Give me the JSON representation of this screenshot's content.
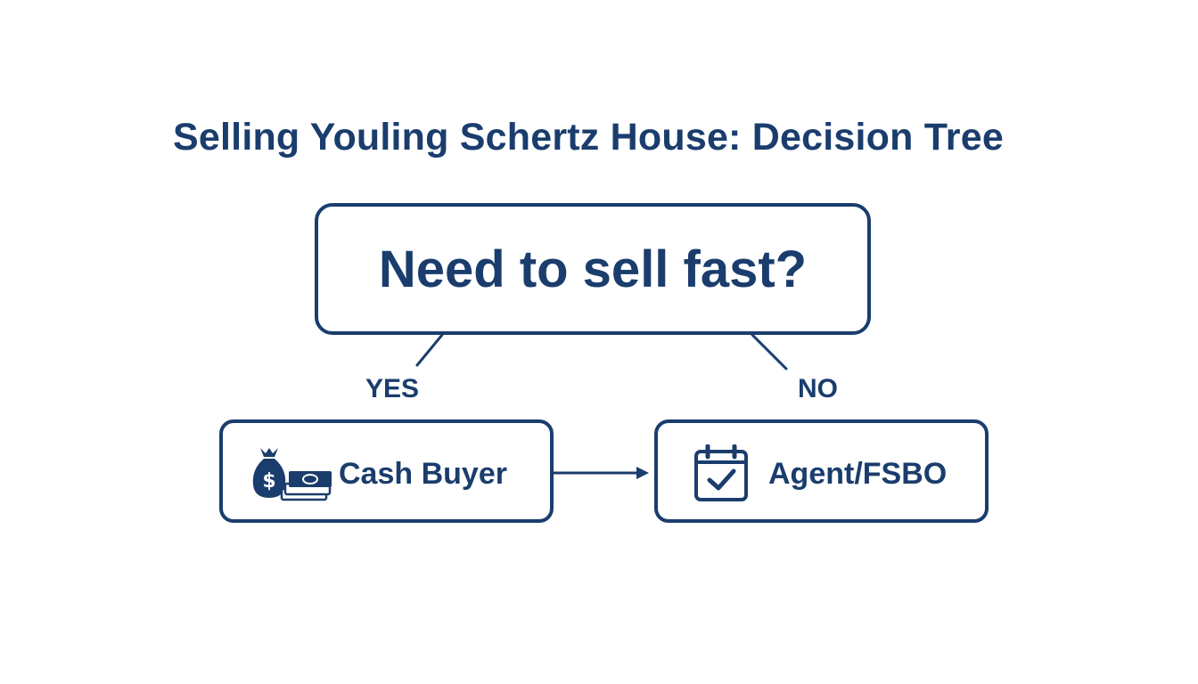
{
  "diagram": {
    "title": "Selling Youling Schertz House: Decision Tree",
    "question": "Need to sell fast?",
    "branches": {
      "yes": "YES",
      "no": "NO"
    },
    "options": {
      "cash": {
        "label": "Cash Buyer",
        "icon": "money-bag-icon"
      },
      "agent": {
        "label": "Agent/FSBO",
        "icon": "calendar-check-icon"
      }
    },
    "colors": {
      "primary": "#1a3d6d",
      "background": "#ffffff"
    }
  }
}
